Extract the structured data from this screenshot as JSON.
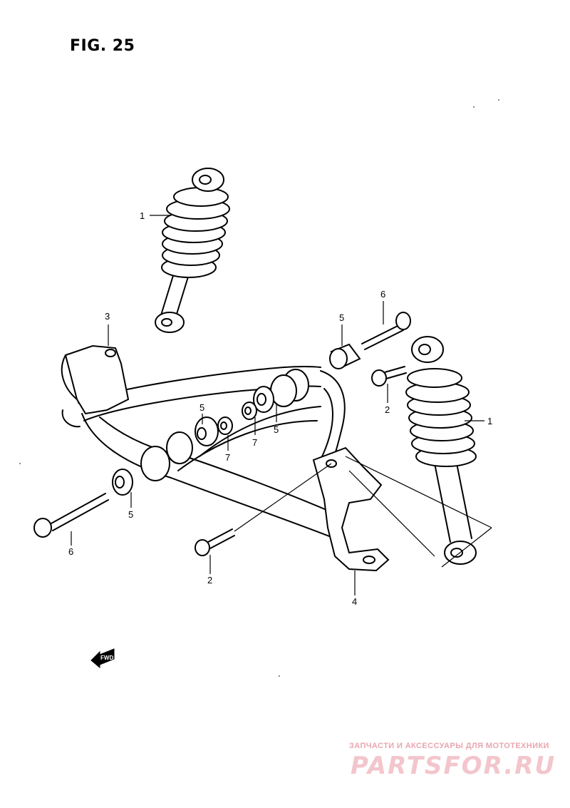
{
  "figure": {
    "title": "FIG. 25"
  },
  "callouts": {
    "shock_left": "1",
    "shock_right": "1",
    "bolt_small_right": "2",
    "bolt_small_lower": "2",
    "bracket_pivot": "3",
    "bracket_lower": "4",
    "bushing_upper_right": "5",
    "bushing_center": "5",
    "bushing_mid": "5",
    "bushing_lower_left": "5",
    "bolt_long_right": "6",
    "bolt_long_left": "6",
    "collar_mid": "7",
    "collar_center": "7"
  },
  "fwd_indicator": {
    "label": "FWD",
    "icon": "fwd-arrow-icon"
  },
  "watermark": {
    "caption": "ЗАПЧАСТИ И АКСЕССУАРЫ ДЛЯ МОТОТЕХНИКИ",
    "logo": "PARTSFOR.RU",
    "color": "#f2c6cc"
  }
}
